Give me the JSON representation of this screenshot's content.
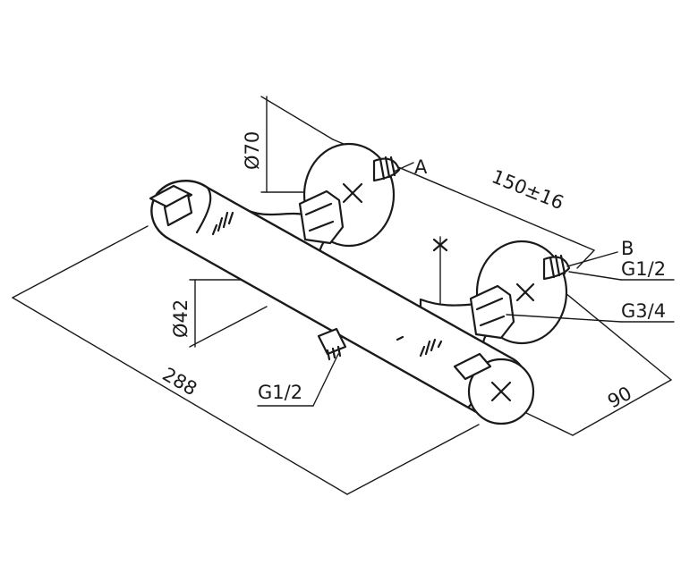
{
  "labels": {
    "dim_diameter_70": "Ø70",
    "dim_150": "150±16",
    "dim_diameter_42": "Ø42",
    "dim_288": "288",
    "dim_90": "90",
    "label_a": "A",
    "label_b": "B",
    "thread_g12_right": "G1/2",
    "thread_g34": "G3/4",
    "thread_g12_bottom": "G1/2"
  }
}
